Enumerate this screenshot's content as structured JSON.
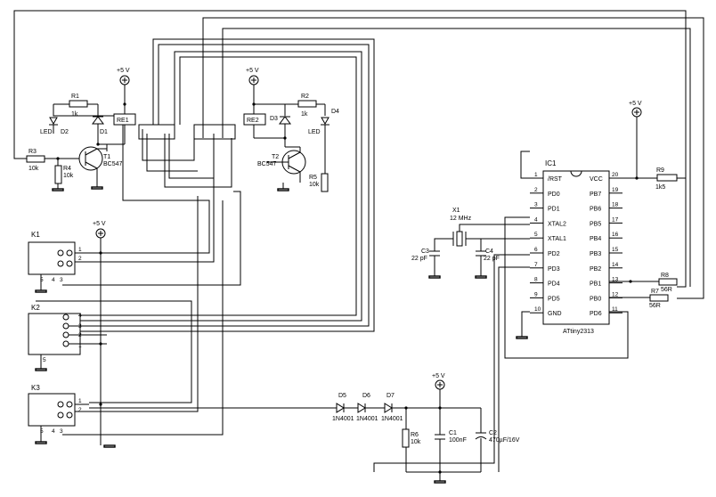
{
  "supply": {
    "label": "+5 V"
  },
  "relay_driver_1": {
    "r1": {
      "name": "R1",
      "value": "1k"
    },
    "led": {
      "name": "D2",
      "type": "LED"
    },
    "diode": {
      "name": "D1"
    },
    "relay": {
      "name": "RE1"
    },
    "r3": {
      "name": "R3",
      "value": "10k"
    },
    "r4": {
      "name": "R4",
      "value": "10k"
    },
    "transistor": {
      "name": "T1",
      "type": "BC547"
    }
  },
  "relay_driver_2": {
    "r2": {
      "name": "R2",
      "value": "1k"
    },
    "diode": {
      "name": "D3"
    },
    "led": {
      "name": "D4",
      "type": "LED"
    },
    "relay": {
      "name": "RE2"
    },
    "transistor": {
      "name": "T2",
      "type": "BC547"
    },
    "r5": {
      "name": "R5",
      "value": "10k"
    }
  },
  "connectors": [
    {
      "name": "K1",
      "pins": [
        "1",
        "2",
        "3",
        "4",
        "5"
      ]
    },
    {
      "name": "K2",
      "pins": [
        "4",
        "3",
        "2",
        "1",
        "5"
      ]
    },
    {
      "name": "K3",
      "pins": [
        "1",
        "2",
        "3",
        "4",
        "5"
      ]
    }
  ],
  "mcu": {
    "name": "IC1",
    "part": "ATtiny2313",
    "left_pins": [
      {
        "num": "1",
        "name": "/RST"
      },
      {
        "num": "2",
        "name": "PD0"
      },
      {
        "num": "3",
        "name": "PD1"
      },
      {
        "num": "4",
        "name": "XTAL2"
      },
      {
        "num": "5",
        "name": "XTAL1"
      },
      {
        "num": "6",
        "name": "PD2"
      },
      {
        "num": "7",
        "name": "PD3"
      },
      {
        "num": "8",
        "name": "PD4"
      },
      {
        "num": "9",
        "name": "PD5"
      },
      {
        "num": "10",
        "name": "GND"
      }
    ],
    "right_pins": [
      {
        "num": "20",
        "name": "VCC"
      },
      {
        "num": "19",
        "name": "PB7"
      },
      {
        "num": "18",
        "name": "PB6"
      },
      {
        "num": "17",
        "name": "PB5"
      },
      {
        "num": "16",
        "name": "PB4"
      },
      {
        "num": "15",
        "name": "PB3"
      },
      {
        "num": "14",
        "name": "PB2"
      },
      {
        "num": "13",
        "name": "PB1"
      },
      {
        "num": "12",
        "name": "PB0"
      },
      {
        "num": "11",
        "name": "PD6"
      }
    ]
  },
  "crystal": {
    "name": "X1",
    "value": "12 MHz"
  },
  "c3": {
    "name": "C3",
    "value": "22 pF"
  },
  "c4": {
    "name": "C4",
    "value": "22 pF"
  },
  "r9": {
    "name": "R9",
    "value": "1k5"
  },
  "r8": {
    "name": "R8",
    "value": "56R"
  },
  "r7": {
    "name": "R7",
    "value": "56R"
  },
  "diodes_series": [
    {
      "name": "D5",
      "type": "1N4001"
    },
    {
      "name": "D6",
      "type": "1N4001"
    },
    {
      "name": "D7",
      "type": "1N4001"
    }
  ],
  "r6": {
    "name": "R6",
    "value": "10k"
  },
  "c1": {
    "name": "C1",
    "value": "100nF"
  },
  "c2": {
    "name": "C2",
    "value": "470µF/16V"
  }
}
